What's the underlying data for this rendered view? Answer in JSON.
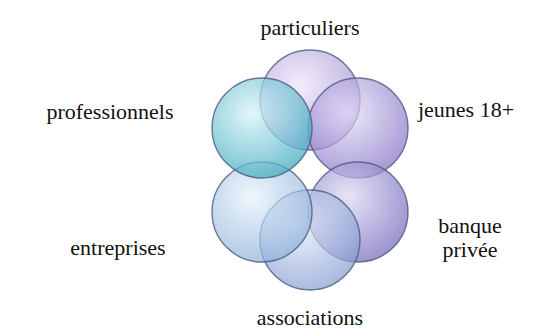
{
  "diagram": {
    "labels": [
      "particuliers",
      "jeunes 18+",
      "banque privée",
      "associations",
      "entreprises",
      "professionnels"
    ]
  }
}
